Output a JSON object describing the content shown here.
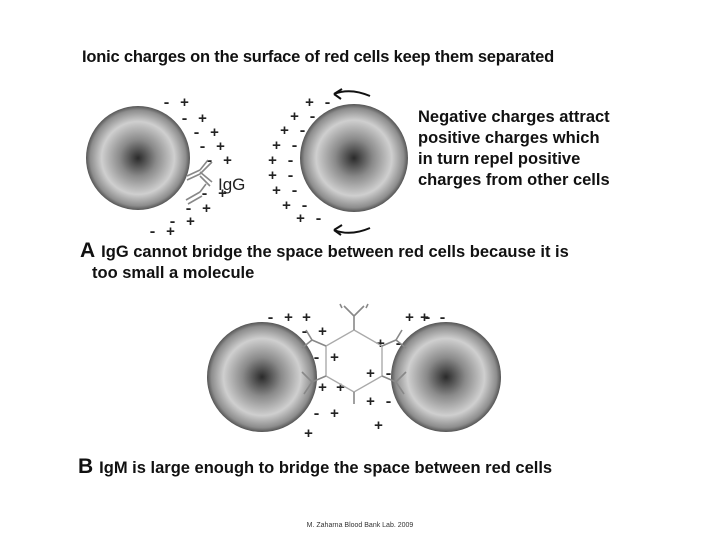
{
  "title": "Ionic charges on the surface of red cells keep them separated",
  "note_lines": [
    "Negative charges attract",
    "positive charges which",
    "in turn repel positive",
    "charges from other cells"
  ],
  "panel_a": {
    "letter": "A",
    "caption_line1": "IgG cannot bridge the space between red cells because it is",
    "caption_line2": "too small a molecule",
    "antibody_label": "IgG"
  },
  "panel_b": {
    "letter": "B",
    "caption": "IgM is large enough to bridge the space between red cells"
  },
  "footer": "M. Zaharna Blood Bank Lab. 2009",
  "colors": {
    "cell_center": "#303030",
    "cell_edge": "#d0d0d0",
    "text": "#111111"
  }
}
